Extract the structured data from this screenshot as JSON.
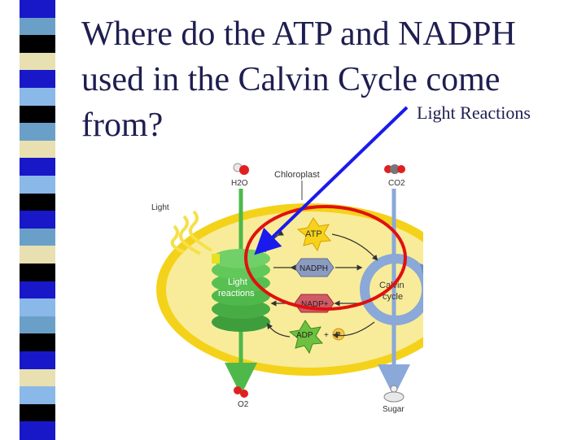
{
  "slide": {
    "title_lines": [
      "Where do the ATP and NADPH",
      "used in the Calvin Cycle come",
      "from?"
    ],
    "callout": "Light Reactions"
  },
  "diagram": {
    "labels": {
      "h2o": "H2O",
      "chloroplast": "Chloroplast",
      "co2": "CO2",
      "light": "Light",
      "light_reactions_1": "Light",
      "light_reactions_2": "reactions",
      "calvin_1": "Calvin",
      "calvin_2": "cycle",
      "atp": "ATP",
      "nadph": "NADPH",
      "nadp": "NADP+",
      "adp": "ADP",
      "plus": "+",
      "p": "P",
      "o2": "O2",
      "sugar": "Sugar"
    }
  },
  "colors": {
    "title_text": "#1e1e50",
    "arrow": "#1a1aee",
    "circle": "#e01010",
    "chloroplast_fill": "#f5e25a",
    "chloroplast_outer": "#f4d21a",
    "thylakoid": "#4fb84a",
    "calvin_ring": "#8aa8d8",
    "atp_star": "#f6d21a",
    "nadph_hex": "#8c9bc0",
    "nadp_hex": "#d05a66",
    "adp_star": "#6ec040"
  },
  "stripe_colors": [
    "#1818c8",
    "#6aa0c8",
    "#000000",
    "#e8e0b0",
    "#1818c8",
    "#8ab8e8",
    "#000000",
    "#6aa0c8",
    "#e8e0b0",
    "#1818c8",
    "#8ab8e8",
    "#000000",
    "#1818c8",
    "#6aa0c8",
    "#e8e0b0",
    "#000000",
    "#1818c8",
    "#8ab8e8",
    "#6aa0c8",
    "#000000",
    "#1818c8",
    "#e8e0b0",
    "#8ab8e8",
    "#000000",
    "#1818c8"
  ]
}
